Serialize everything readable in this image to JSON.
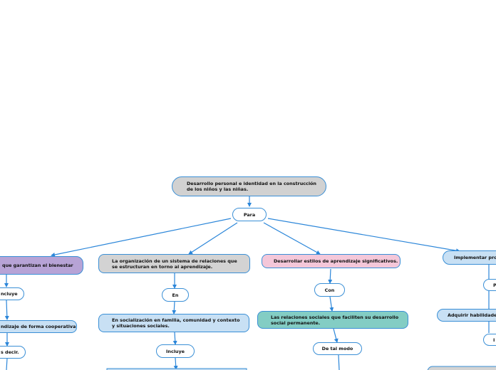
{
  "colors": {
    "line": "#2b86d9",
    "root_fill": "#d1d1d1",
    "purple_fill": "#b7a3d6",
    "gray_fill": "#d3d3d3",
    "pink_fill": "#f4c7d9",
    "lightblue_fill": "#c8e0f4",
    "teal_fill": "#83cdc4",
    "white_fill": "#ffffff"
  },
  "map": {
    "root": "Desarrollo personal e identidad en la construcción de los niños y las niñas.",
    "para": "Para",
    "branch1": {
      "title": "que garantizan el bienestar",
      "link1": "ncluye",
      "child1": "ndizaje de forma cooperativa.",
      "link2": "s decir."
    },
    "branch2": {
      "title": "La organización de un sistema de relaciones que se estructuran en torno al aprendizaje.",
      "link1": "En",
      "child1": "En socialización en familia, comunidad y contexto y situaciones sociales.",
      "link2": "Incluye"
    },
    "branch3": {
      "title": "Desarrollar estilos de aprendizaje significativos.",
      "link1": "Con",
      "child1": "Las relaciones sociales que faciliten su desarrollo social permanente.",
      "link2": "De tal modo"
    },
    "branch4": {
      "title": "Implementar proc",
      "link1": "P",
      "child1": "Adquirir habilidades e",
      "link2": "I"
    }
  }
}
